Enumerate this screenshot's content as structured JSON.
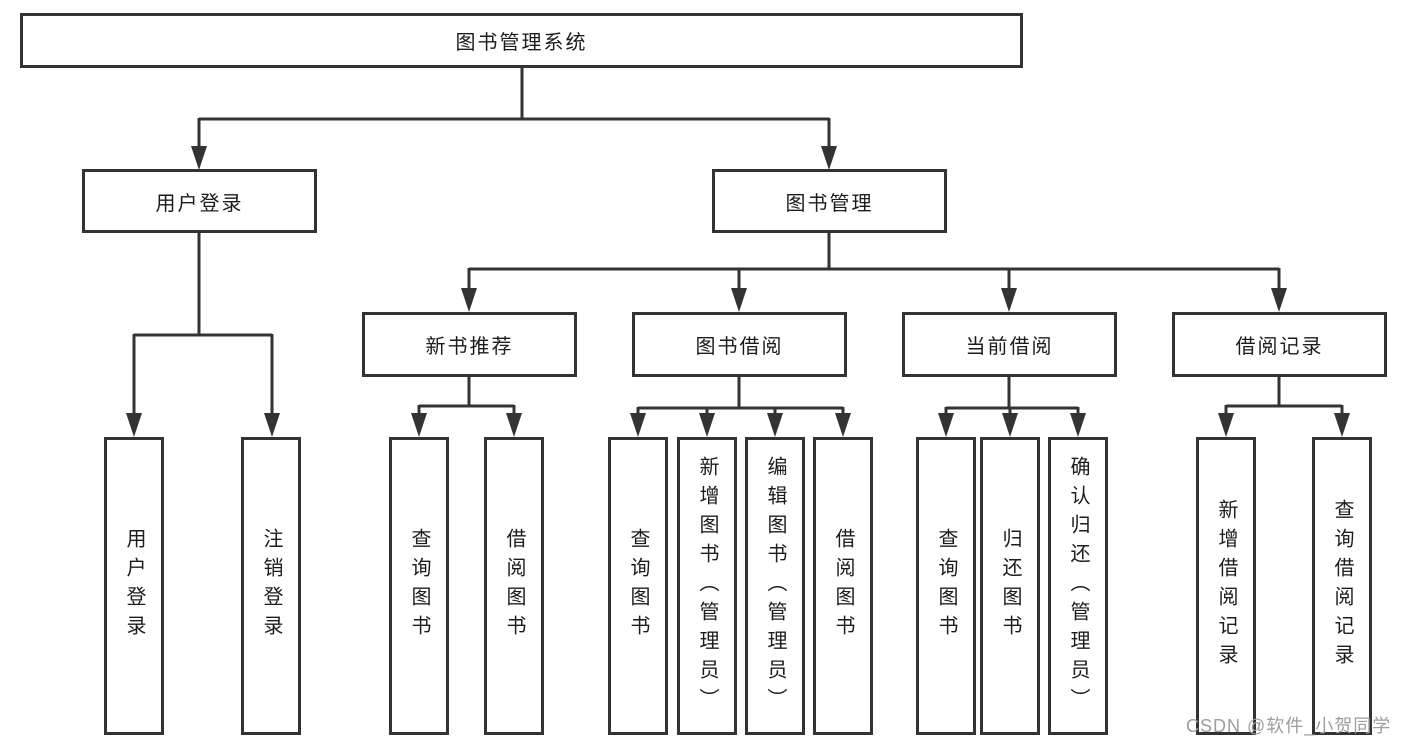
{
  "colors": {
    "line": "#333333",
    "box_border": "#333333",
    "text": "#1c1c1c",
    "background": "#ffffff",
    "watermark": "#9e9e9e"
  },
  "root": {
    "label": "图书管理系统"
  },
  "level2": {
    "user_login": {
      "label": "用户登录"
    },
    "book_management": {
      "label": "图书管理"
    }
  },
  "level3": {
    "new_book": {
      "label": "新书推荐"
    },
    "borrow": {
      "label": "图书借阅"
    },
    "current": {
      "label": "当前借阅"
    },
    "records": {
      "label": "借阅记录"
    }
  },
  "leaves": {
    "user_login": [
      "用户登录",
      "注销登录"
    ],
    "new_book": [
      "查询图书",
      "借阅图书"
    ],
    "borrow": [
      "查询图书",
      "新增图书（管理员）",
      "编辑图书（管理员）",
      "借阅图书"
    ],
    "current": [
      "查询图书",
      "归还图书",
      "确认归还（管理员）"
    ],
    "records": [
      "新增借阅记录",
      "查询借阅记录"
    ]
  },
  "watermark": "CSDN @软件_小贺同学"
}
